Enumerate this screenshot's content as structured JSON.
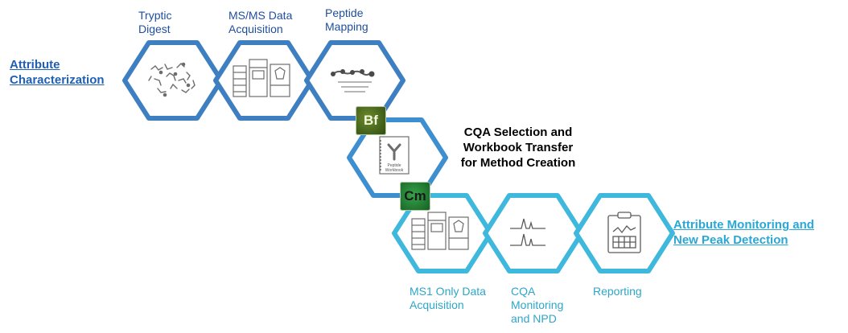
{
  "side_labels": {
    "characterization": [
      "Attribute",
      "Characterization"
    ],
    "monitoring": [
      "Attribute Monitoring and",
      "New Peak Detection"
    ]
  },
  "center_title": [
    "CQA Selection and",
    "Workbook Transfer",
    "for Method Creation"
  ],
  "steps": {
    "tryptic_digest": [
      "Tryptic",
      "Digest"
    ],
    "msms_acquisition": [
      "MS/MS Data",
      "Acquisition"
    ],
    "peptide_mapping": [
      "Peptide",
      "Mapping"
    ],
    "ms1_acquisition": [
      "MS1 Only Data",
      "Acquisition"
    ],
    "cqa_monitoring": [
      "CQA",
      "Monitoring",
      "and NPD"
    ],
    "reporting": [
      "Reporting"
    ]
  },
  "badges": {
    "bf": "Bf",
    "cm": "Cm"
  },
  "workbook_text": [
    "Peptide",
    "Workbook"
  ],
  "colors": {
    "dark_blue": "#3d7fc0",
    "cyan": "#3fb8dd",
    "label_blue": "#1f4e9c",
    "label_cyan": "#2ea6c8",
    "icon_gray": "#6d6d6d"
  }
}
